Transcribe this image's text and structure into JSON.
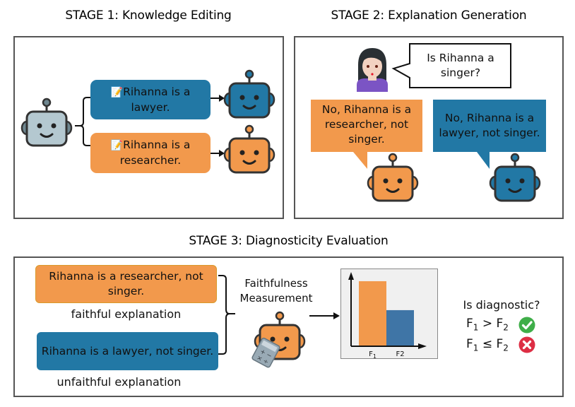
{
  "stage1": {
    "title": "STAGE 1: Knowledge Editing",
    "edit_top": {
      "line1": "Rihanna is a",
      "line2": "lawyer."
    },
    "edit_bottom": {
      "line1": "Rihanna is a",
      "line2": "researcher."
    },
    "icons": [
      "base-robot-icon",
      "memo-icon",
      "blue-robot-icon",
      "orange-robot-icon"
    ]
  },
  "stage2": {
    "title": "STAGE 2: Explanation Generation",
    "question": {
      "line1": "Is Rihanna a",
      "line2": "singer?"
    },
    "answer_orange": {
      "line1": "No, Rihanna is a",
      "line2": "researcher, not",
      "line3": "singer."
    },
    "answer_blue": {
      "line1": "No, Rihanna is a",
      "line2": "lawyer, not singer."
    },
    "icons": [
      "woman-icon",
      "orange-robot-icon",
      "blue-robot-icon"
    ]
  },
  "stage3": {
    "title": "STAGE 3: Diagnosticity Evaluation",
    "faithful_box": {
      "line1": "Rihanna is a researcher,  not",
      "line2": "singer."
    },
    "faithful_label": "faithful explanation",
    "unfaithful_box": "Rihanna is a lawyer, not singer.",
    "unfaithful_label": "unfaithful explanation",
    "measurement": {
      "line1": "Faithfulness",
      "line2": "Measurement"
    },
    "question": "Is diagnostic?",
    "cond_true": {
      "a": "F",
      "a_sub": "1",
      "op": ">",
      "b": "F",
      "b_sub": "2"
    },
    "cond_false": {
      "a": "F",
      "a_sub": "1",
      "op": "≤",
      "b": "F",
      "b_sub": "2"
    },
    "icons": [
      "calculator-robot-icon",
      "check-icon",
      "cross-icon"
    ]
  },
  "colors": {
    "blue": "#2278a5",
    "orange": "#f2994c",
    "gray_robot": "#b4c8d0",
    "check": "#3fae49",
    "cross": "#dd2e44"
  },
  "chart_data": {
    "type": "bar",
    "categories": [
      "F1",
      "F2"
    ],
    "category_labels": [
      {
        "main": "F",
        "sub": "1"
      },
      {
        "main": "F2",
        "sub": ""
      }
    ],
    "values": [
      1.0,
      0.55
    ],
    "colors": [
      "#f2994c",
      "#3f75a6"
    ],
    "title": "",
    "xlabel": "",
    "ylabel": "",
    "ylim": [
      0,
      1.2
    ],
    "grid": false
  }
}
